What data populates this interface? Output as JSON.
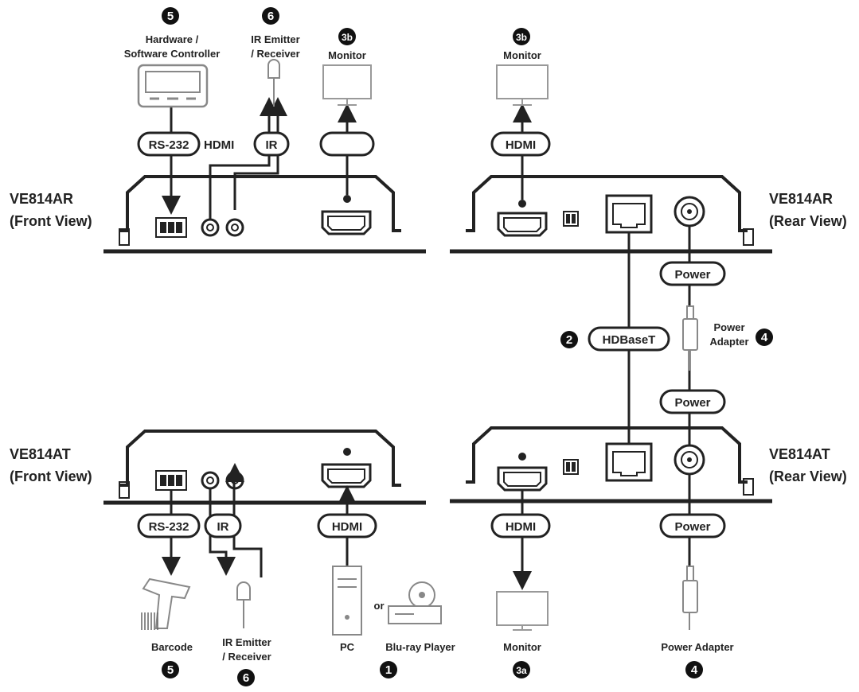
{
  "devices": {
    "receiver_front": [
      "VE814AR",
      "(Front View)"
    ],
    "receiver_rear": [
      "VE814AR",
      "(Rear View)"
    ],
    "transmitter_front": [
      "VE814AT",
      "(Front View)"
    ],
    "transmitter_rear": [
      "VE814AT",
      "(Rear View)"
    ]
  },
  "cable_labels": {
    "rs232_top": "RS-232",
    "hdmi_top_text": "HDMI",
    "ir_top": "IR",
    "hdmi_rear_top": "HDMI",
    "power_top": "Power",
    "hdbaset": "HDBaseT",
    "power_mid": "Power",
    "rs232_bottom": "RS-232",
    "ir_bottom": "IR",
    "hdmi_bottom": "HDMI",
    "hdmi_rear_bottom": "HDMI",
    "power_bottom": "Power"
  },
  "components": {
    "controller": [
      "Hardware /",
      "Software Controller"
    ],
    "ir_top": [
      "IR Emitter",
      "/ Receiver"
    ],
    "monitor_3b_left": "Monitor",
    "monitor_3b_right": "Monitor",
    "power_adapter_mid": [
      "Power",
      "Adapter"
    ],
    "barcode": "Barcode",
    "ir_bottom": [
      "IR Emitter",
      "/ Receiver"
    ],
    "pc": "PC",
    "or_text": "or",
    "bluray": "Blu-ray Player",
    "monitor_3a": "Monitor",
    "power_adapter_bottom": "Power Adapter"
  },
  "step_numbers": {
    "controller": "5",
    "ir_top": "6",
    "monitor_left": "3b",
    "monitor_right": "3b",
    "hdbaset": "2",
    "power_adapter_mid": "4",
    "barcode": "5",
    "ir_bottom": "6",
    "source": "1",
    "monitor_3a": "3a",
    "power_adapter_bottom": "4"
  }
}
